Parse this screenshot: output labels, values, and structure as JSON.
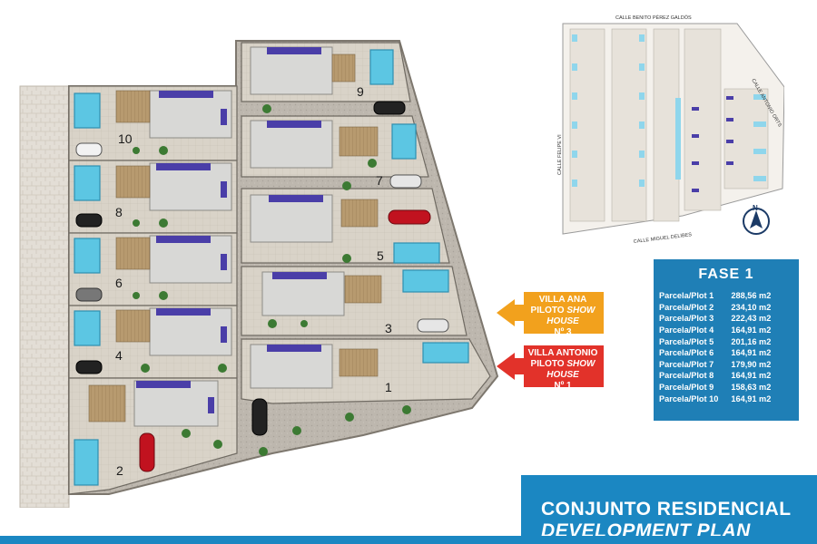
{
  "plots": [
    {
      "label": "1"
    },
    {
      "label": "2"
    },
    {
      "label": "3"
    },
    {
      "label": "4"
    },
    {
      "label": "5"
    },
    {
      "label": "6"
    },
    {
      "label": "7"
    },
    {
      "label": "8"
    },
    {
      "label": "9"
    },
    {
      "label": "10"
    }
  ],
  "minimap": {
    "street_top": "CALLE BENITO PÉREZ GALDÓS",
    "street_left": "CALLE FELIPE VI",
    "street_right": "CALLE ANTONIO ORTS",
    "street_bottom": "CALLE MIGUEL DELIBES",
    "compass_letter": "N"
  },
  "callouts": [
    {
      "line1": "VILLA ANA",
      "line2a": "PILOTO ",
      "line2b": "SHOW HOUSE",
      "line3": "Nº 3",
      "color": "#f2a11d"
    },
    {
      "line1": "VILLA ANTONIO",
      "line2a": "PILOTO ",
      "line2b": "SHOW HOUSE",
      "line3": "Nº 1",
      "color": "#e2322a"
    }
  ],
  "fase": {
    "title": "FASE 1",
    "rows": [
      {
        "label": "Parcela/Plot 1",
        "value": "288,56 m2"
      },
      {
        "label": "Parcela/Plot 2",
        "value": "234,10 m2"
      },
      {
        "label": "Parcela/Plot 3",
        "value": "222,43 m2"
      },
      {
        "label": "Parcela/Plot 4",
        "value": "164,91 m2"
      },
      {
        "label": "Parcela/Plot 5",
        "value": "201,16 m2"
      },
      {
        "label": "Parcela/Plot 6",
        "value": "164,91 m2"
      },
      {
        "label": "Parcela/Plot 7",
        "value": "179,90 m2"
      },
      {
        "label": "Parcela/Plot 8",
        "value": "164,91 m2"
      },
      {
        "label": "Parcela/Plot 9",
        "value": "158,63 m2"
      },
      {
        "label": "Parcela/Plot 10",
        "value": "164,91 m2"
      }
    ]
  },
  "banner": {
    "line1": "CONJUNTO RESIDENCIAL",
    "line2": "DEVELOPMENT PLAN"
  },
  "colors": {
    "brand_blue": "#1b87c2",
    "table_blue": "#1f7fb6",
    "pool": "#5cc6e3",
    "solar": "#4a3ea8"
  }
}
